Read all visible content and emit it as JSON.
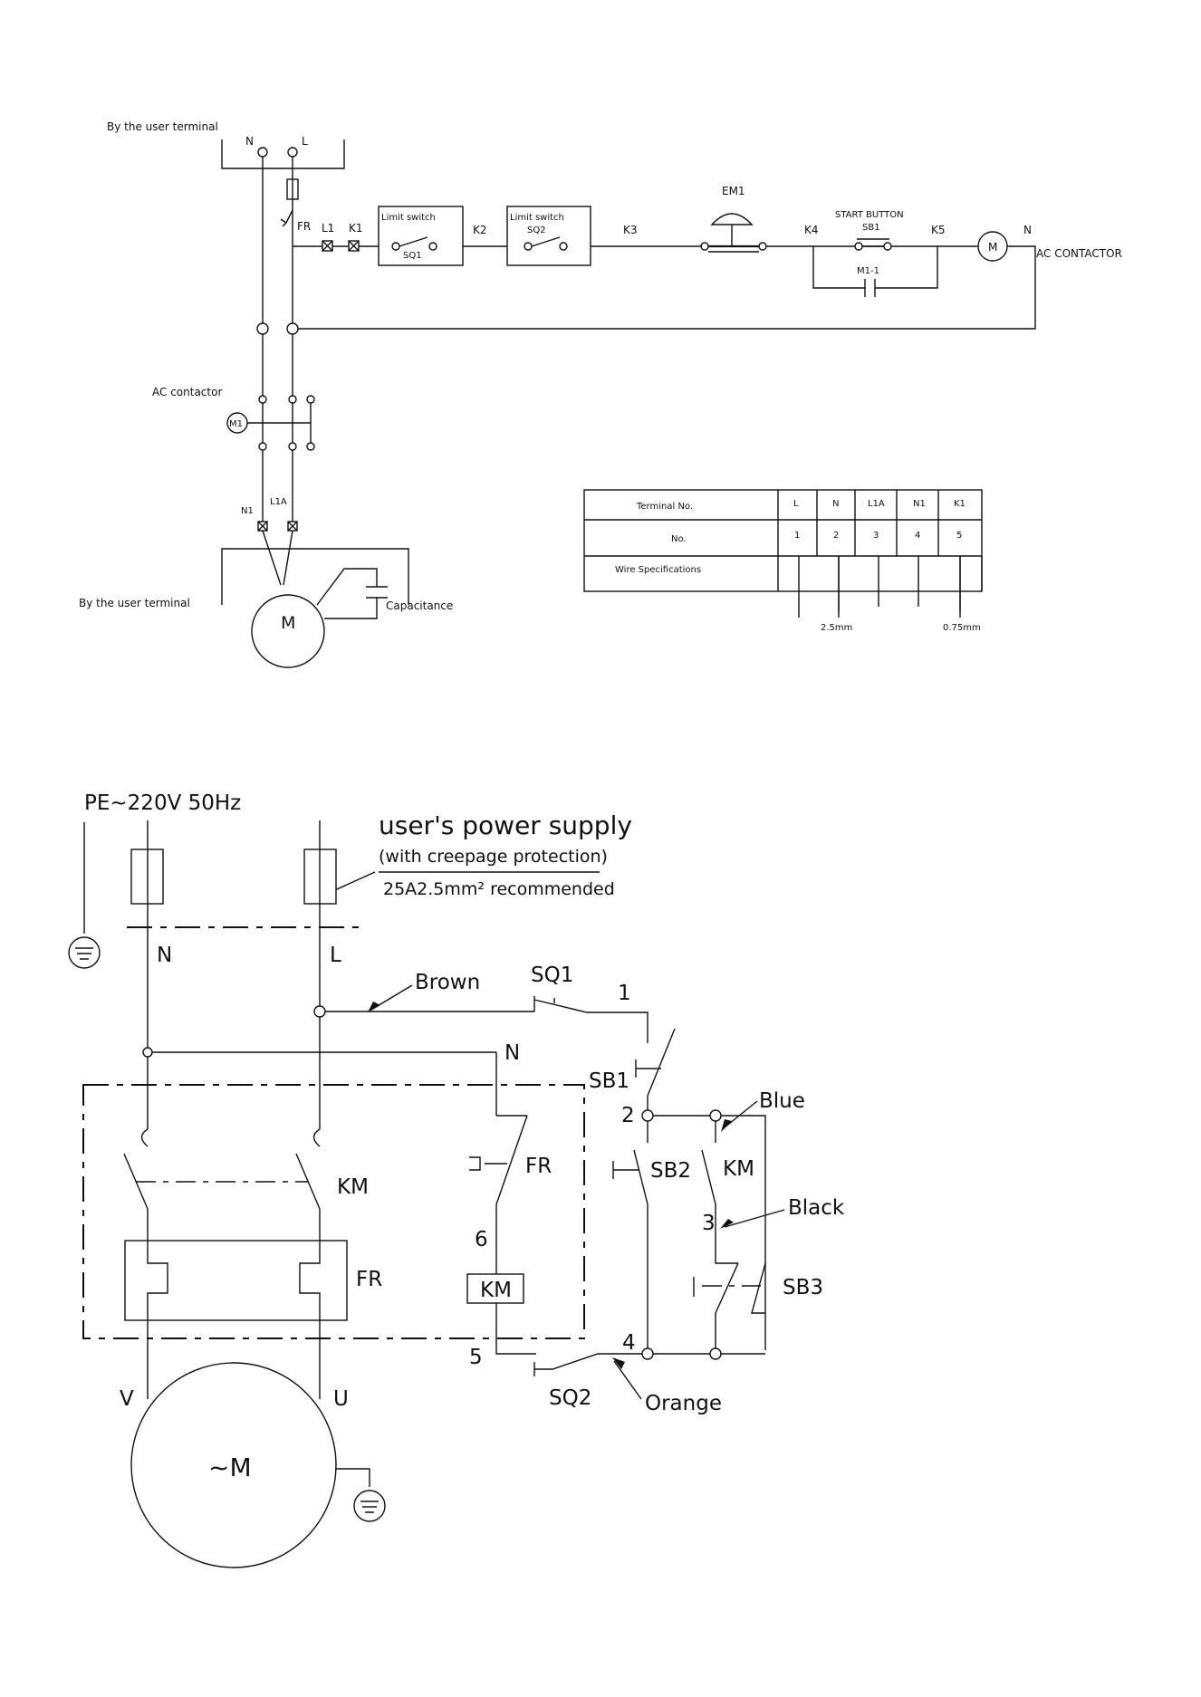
{
  "top": {
    "user_terminal_top": "By the user terminal",
    "user_terminal_bottom": "By the user terminal",
    "term_N": "N",
    "term_L": "L",
    "fr": "FR",
    "l1": "L1",
    "k1": "K1",
    "limit_switch_1": "Limit switch",
    "sq1": "SQ1",
    "k2": "K2",
    "limit_switch_2": "Limit switch",
    "sq2": "SQ2",
    "k3": "K3",
    "em1": "EM1",
    "start_button": "START BUTTON",
    "sb1": "SB1",
    "k4": "K4",
    "k5": "K5",
    "m1_1": "M1-1",
    "coil_m": "M",
    "coil_n": "N",
    "ac_contactor_caps": "AC CONTACTOR",
    "ac_contactor": "AC contactor",
    "m1": "M1",
    "n1": "N1",
    "l1a": "L1A",
    "motor": "M",
    "capacitance": "Capacitance"
  },
  "terminal_table": {
    "row_labels": [
      "Terminal No.",
      "No.",
      "Wire Specifications"
    ],
    "terminals": [
      "L",
      "N",
      "L1A",
      "N1",
      "K1"
    ],
    "numbers": [
      "1",
      "2",
      "3",
      "4",
      "5"
    ],
    "wire_sizes": [
      "2.5mm",
      "0.75mm"
    ]
  },
  "bottom": {
    "supply": "PE~220V 50Hz",
    "users_power": "user's power supply",
    "creepage": "(with creepage protection)",
    "recommended": "25A2.5mm² recommended",
    "n": "N",
    "l": "L",
    "brown": "Brown",
    "sq1": "SQ1",
    "n1": "1",
    "n_wire": "N",
    "sb1": "SB1",
    "n2": "2",
    "blue": "Blue",
    "km_main": "KM",
    "fr_contact": "FR",
    "sb2": "SB2",
    "km_aux": "KM",
    "black": "Black",
    "n3": "3",
    "n6": "6",
    "km_coil": "KM",
    "fr_relay": "FR",
    "sb3": "SB3",
    "n5": "5",
    "n4": "4",
    "sq2": "SQ2",
    "orange": "Orange",
    "v": "V",
    "u": "U",
    "motor": "~M"
  }
}
